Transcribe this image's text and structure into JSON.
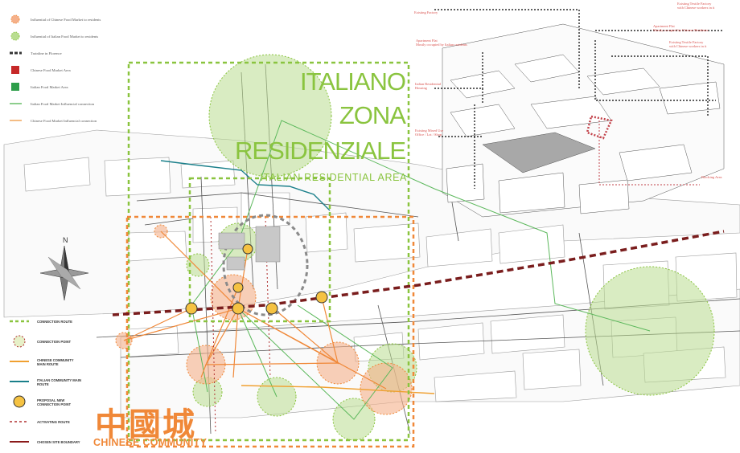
{
  "legend_top": [
    {
      "label": "Influential of Chinese Food Market to residents",
      "symbol": "orange-dashed-circle",
      "color": "#f08838"
    },
    {
      "label": "Influential of Italian Food Market to residents",
      "symbol": "green-dashed-circle",
      "color": "#8ac43f"
    },
    {
      "label": "Trainline in Florence",
      "symbol": "black-dashed-line",
      "color": "#333333"
    },
    {
      "label": "Chinese Food Market Area",
      "symbol": "red-square",
      "color": "#c62828"
    },
    {
      "label": "Italian Food Market Area",
      "symbol": "green-square",
      "color": "#2e9e4a"
    },
    {
      "label": "Italian Food Market Influencial connection",
      "symbol": "green-line",
      "color": "#5cb85c"
    },
    {
      "label": "Chinese Food Market Influencial connection",
      "symbol": "orange-line",
      "color": "#f0a050"
    }
  ],
  "legend_bottom": [
    {
      "label": "CONNECTION ROUTE",
      "symbol": "green-dashed-line",
      "color": "#8ac43f"
    },
    {
      "label": "CONNECTION POINT",
      "symbol": "green-dashed-circle-red",
      "color": "#8ac43f"
    },
    {
      "label": "CHINESE COMMUNITY MAIN ROUTE",
      "symbol": "orange-line",
      "color": "#f0a030"
    },
    {
      "label": "ITALIAN COMMUNITY MAIN ROUTE",
      "symbol": "teal-line",
      "color": "#1a7f8a"
    },
    {
      "label": "PROPOSAL NEW CONNECTION POINT",
      "symbol": "yellow-circle",
      "color": "#f5c242"
    },
    {
      "label": "ACTIVATING ROUTE",
      "symbol": "red-dashed-line",
      "color": "#b03030"
    },
    {
      "label": "CHOSEN SITE BOUNDARY",
      "symbol": "brown-line",
      "color": "#8b1a1a"
    }
  ],
  "titles": {
    "italian_1": "ITALIANO",
    "italian_2": "ZONA",
    "italian_3": "RESIDENZIALE",
    "italian_sub": "ITALIAN RESIDENTIAL AREA",
    "chinese_main": "中國城",
    "chinese_sub": "CHINESE COMMUNITY"
  },
  "annotations": {
    "existing_factory": "Existing Factory",
    "apartment_flat_1a": "Apartment Flat",
    "apartment_flat_1b": "Mostly occupied by Italian residents",
    "italian_residential_a": "Italian Residential",
    "italian_residential_b": "Housing",
    "existing_mixed_a": "Existing Mixed Use",
    "existing_mixed_b": "Office / Lot / Shop",
    "textile_1a": "Existing Textile Factory",
    "textile_1b": "with Chinese workers in it",
    "apartment_flat_2a": "Apartment Flat",
    "apartment_flat_2b": "Mostly occupied by Chinese Residents",
    "textile_2a": "Existing Textile Factory",
    "textile_2b": "with Chinese workers in it",
    "blocking_area": "Blocking Area"
  },
  "colors": {
    "green": "#8ac43f",
    "green_fill": "#b9dd90",
    "orange": "#f08838",
    "orange_fill": "#f5b08a",
    "rail": "#7a1d1d",
    "teal": "#1a7f8a",
    "yellow": "#f5c242",
    "red_dash": "#d9534f"
  }
}
